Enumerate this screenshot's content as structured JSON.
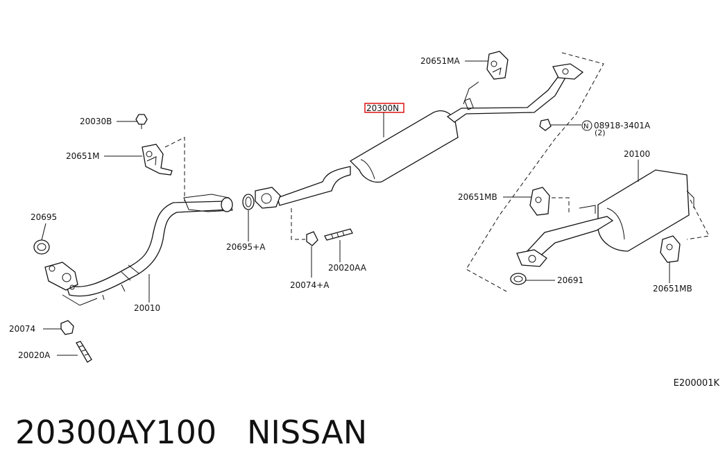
{
  "labels": {
    "p20651MA": "20651MA",
    "p20300N": "20300N",
    "p08918": "08918-3401A",
    "p08918_qty": "(2)",
    "p08918_prefix": "N",
    "p20030B": "20030B",
    "p20651M": "20651M",
    "p20695": "20695",
    "p20695A": "20695+A",
    "p20074A": "20074+A",
    "p20020AA": "20020AA",
    "p20010": "20010",
    "p20074": "20074",
    "p20020A": "20020A",
    "p20100": "20100",
    "p20651MB_left": "20651MB",
    "p20651MB_right": "20651MB",
    "p20691": "20691"
  },
  "diagram_code": "E200001K",
  "caption": "20300AY100   NISSAN",
  "highlight_color": "#d11111"
}
